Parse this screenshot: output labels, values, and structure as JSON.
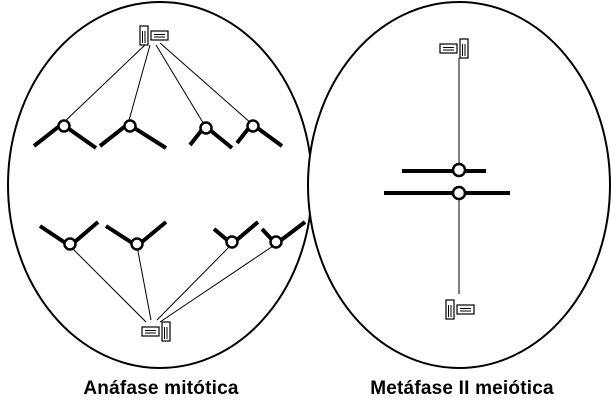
{
  "captions": {
    "left": "Anáfase mitótica",
    "right": "Metáfase II meiótica"
  },
  "diagram": {
    "left_cell": {
      "phase": "anaphase",
      "chromosome_groups": 2,
      "chromosomes_per_group": 4
    },
    "right_cell": {
      "phase": "metaphase II",
      "chromosomes": 2
    },
    "colors": {
      "line": "#000000",
      "background": "#ffffff"
    },
    "icons": [
      "centriole-icon"
    ]
  }
}
